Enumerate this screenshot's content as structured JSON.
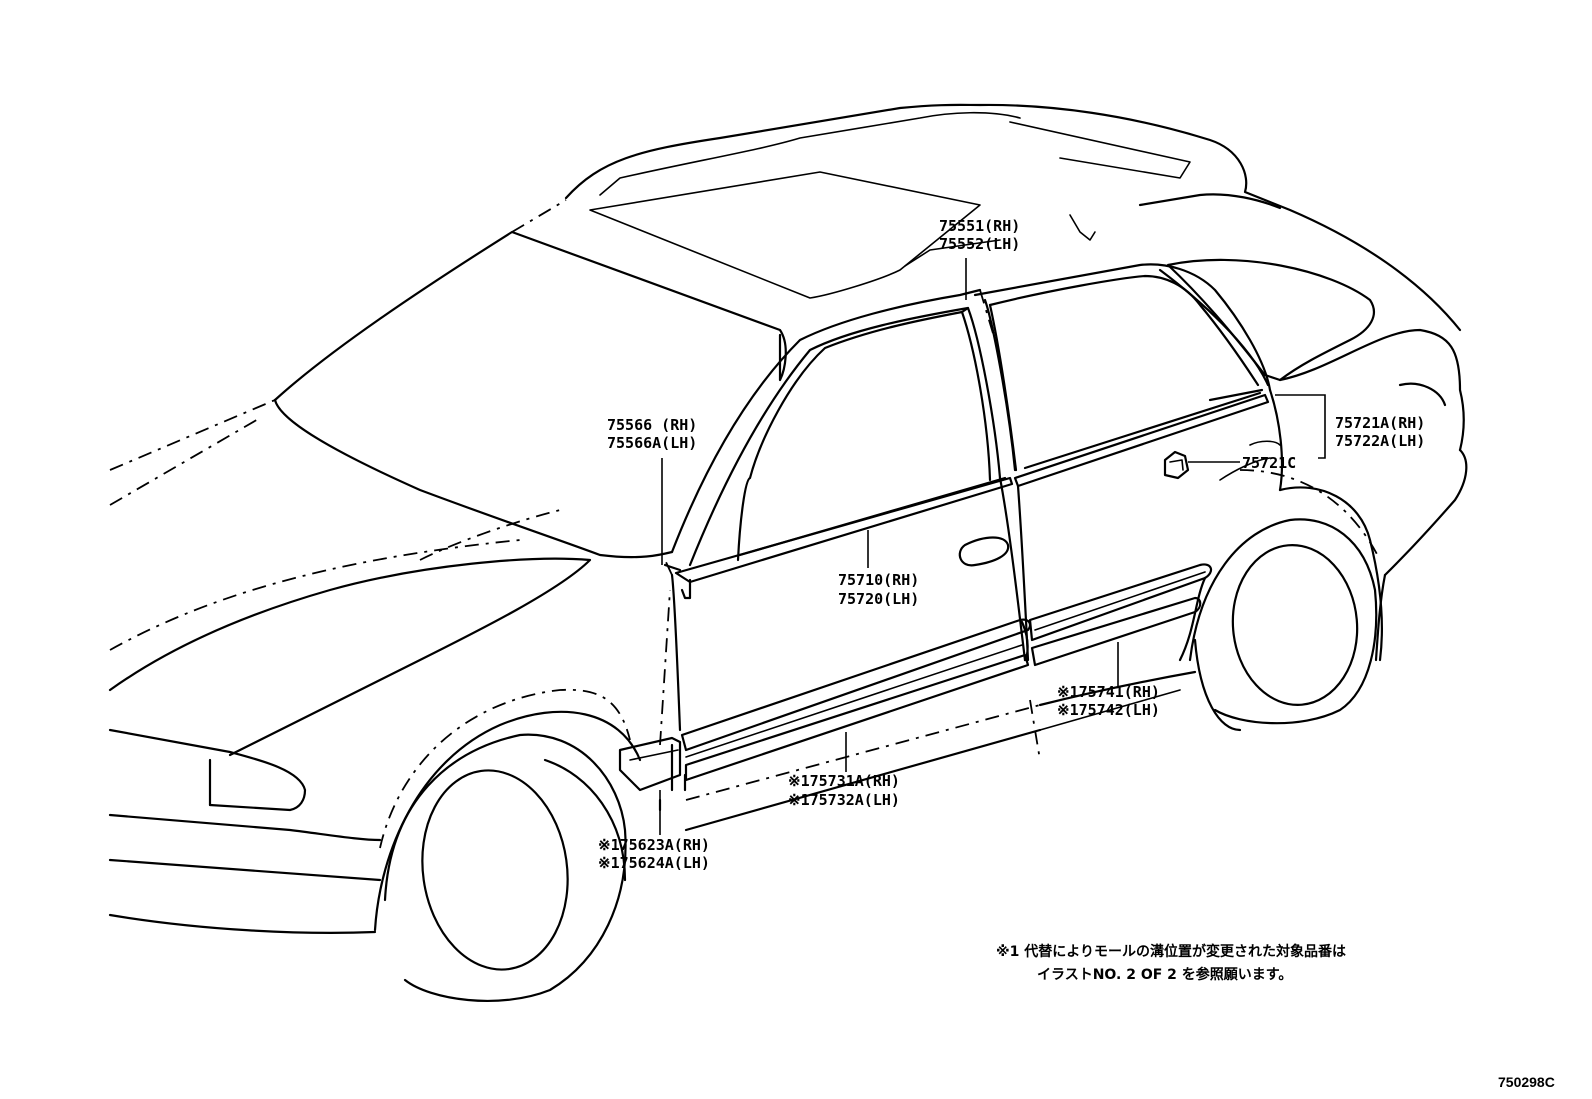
{
  "labels": {
    "roof_rh": "75551(RH)",
    "roof_lh": "75552(LH)",
    "pillar_rh": "75566 (RH)",
    "pillar_lh": "75566A(LH)",
    "front_belt_rh": "75710(RH)",
    "front_belt_lh": "75720(LH)",
    "rear_belt_rh": "75721A(RH)",
    "rear_belt_lh": "75722A(LH)",
    "clip": "75721C",
    "rear_side_rh": "※175741(RH)",
    "rear_side_lh": "※175742(LH)",
    "front_side_rh": "※175731A(RH)",
    "front_side_lh": "※175732A(LH)",
    "fender_rh": "※175623A(RH)",
    "fender_lh": "※175624A(LH)"
  },
  "note": {
    "line1": "※1 代替によりモールの溝位置が変更された対象品番は",
    "line2": "イラストNO. 2 OF 2 を参照願います。"
  },
  "figure_code": "750298C"
}
